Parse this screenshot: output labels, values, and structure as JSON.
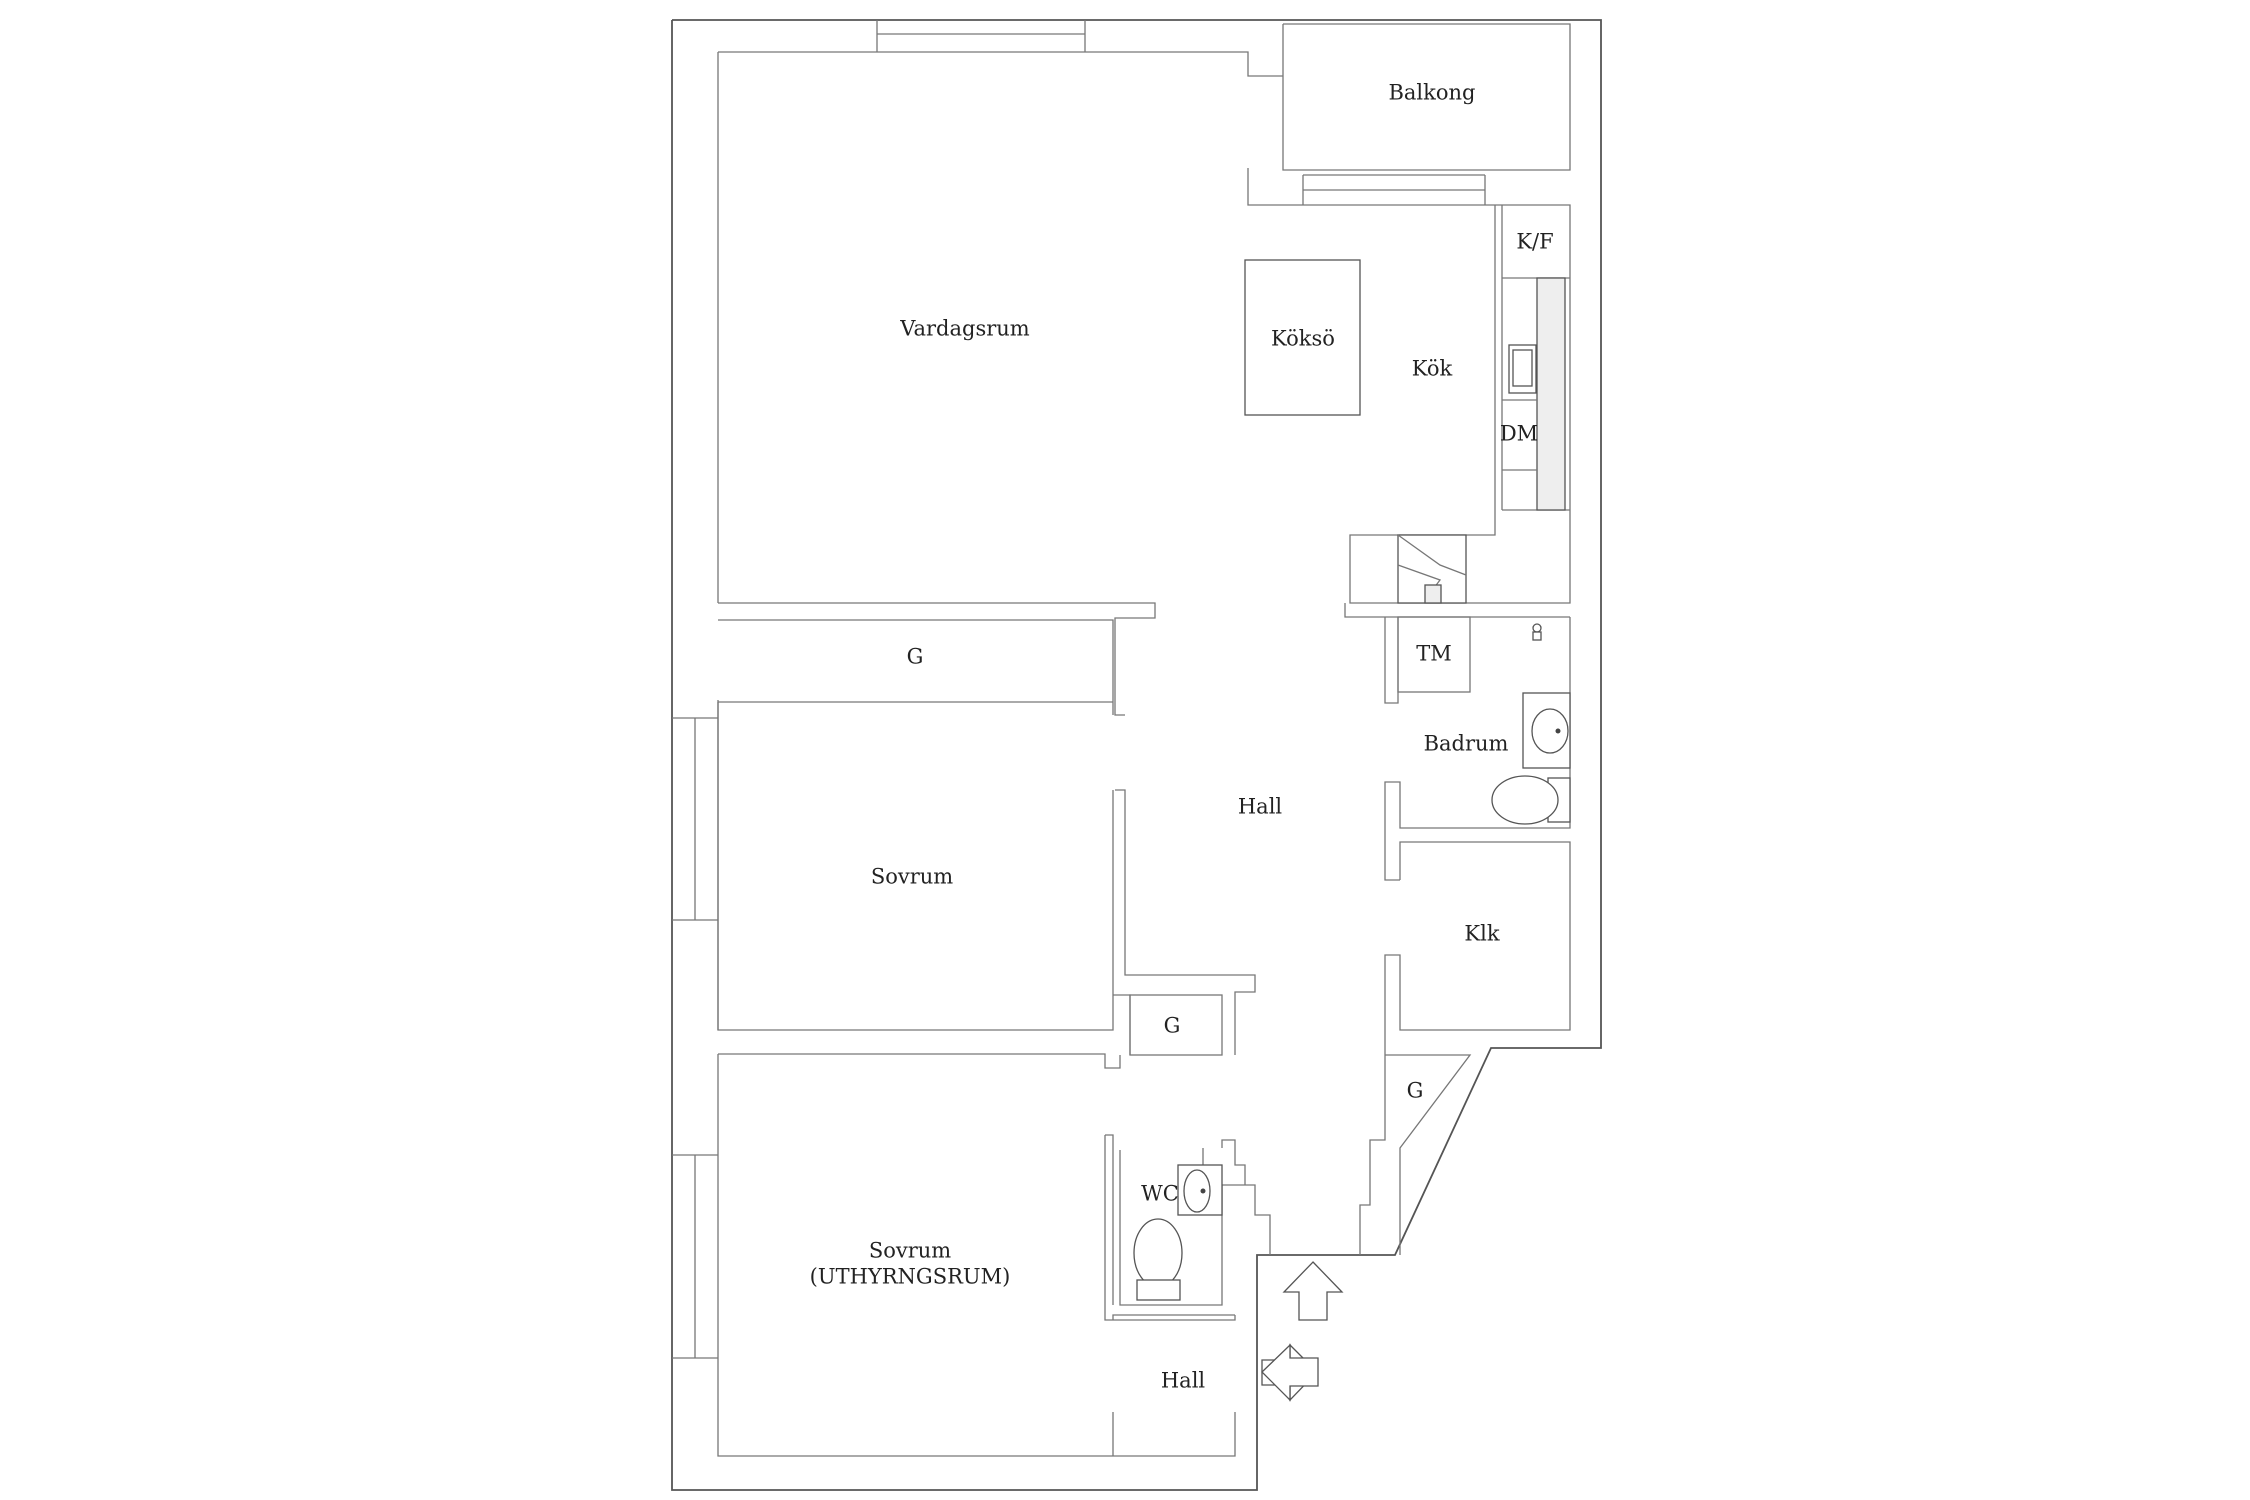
{
  "rooms": {
    "balkong": "Balkong",
    "vardagsrum": "Vardagsrum",
    "kokso": "Köksö",
    "kok": "Kök",
    "kf": "K/F",
    "dm": "DM",
    "g_top": "G",
    "tm": "TM",
    "badrum": "Badrum",
    "hall_main": "Hall",
    "sovrum": "Sovrum",
    "klk": "Klk",
    "g_mid": "G",
    "g_diag": "G",
    "wc": "WC",
    "sovrum2_line1": "Sovrum",
    "sovrum2_line2": "(UTHYRNGSRUM)",
    "hall_small": "Hall"
  },
  "icons": {
    "entrance": "arrow-up-icon",
    "entrance_side": "arrow-right-icon",
    "sink": "sink-icon",
    "toilet": "toilet-icon",
    "stove": "stove-icon"
  }
}
